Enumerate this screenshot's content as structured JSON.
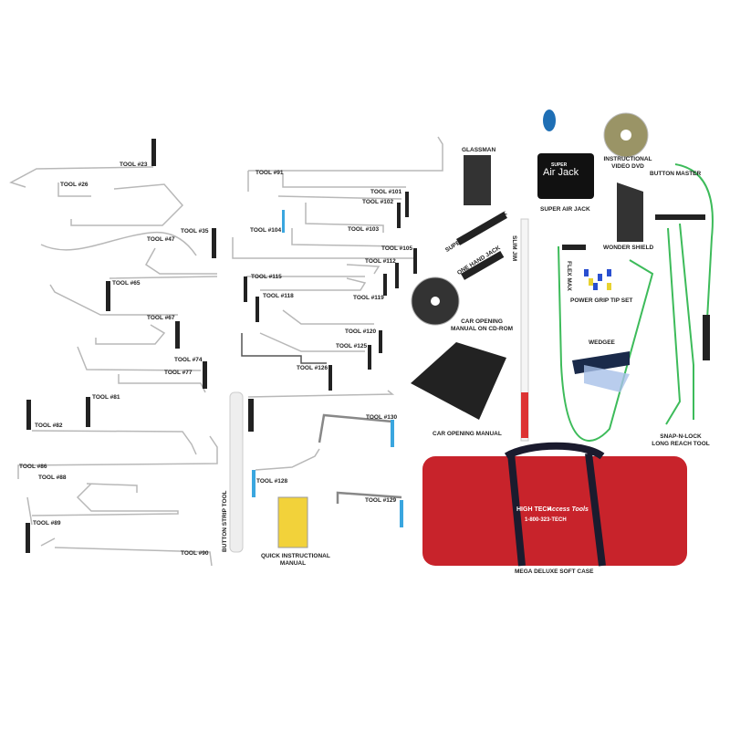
{
  "tools_left": [
    "TOOL #23",
    "TOOL #26",
    "TOOL #35",
    "TOOL #47",
    "TOOL #65",
    "TOOL #67",
    "TOOL #74",
    "TOOL #77",
    "TOOL #81",
    "TOOL #82",
    "TOOL #86",
    "TOOL #88",
    "TOOL #89",
    "TOOL #90"
  ],
  "tools_mid": [
    "TOOL #91",
    "TOOL #101",
    "TOOL #102",
    "TOOL #103",
    "TOOL #104",
    "TOOL #105",
    "TOOL #112",
    "TOOL #115",
    "TOOL #118",
    "TOOL #119",
    "TOOL #120",
    "TOOL #125",
    "TOOL #126",
    "TOOL #130",
    "TOOL #128",
    "TOOL #129"
  ],
  "items": {
    "glassman": "GLASSMAN",
    "super_air_jack": "SUPER AIR JACK",
    "dvd_line1": "INSTRUCTIONAL",
    "dvd_line2": "VIDEO DVD",
    "button_master": "BUTTON MASTER",
    "wonder_shield": "WONDER SHIELD",
    "super_one_hand_jack": "SUPER ONE HAND JACK",
    "one_hand_jack": "ONE HAND JACK",
    "slim_jim": "SLIM JIM",
    "flex_max": "FLEX MAX",
    "power_grip": "POWER GRIP TIP SET",
    "cd_line1": "CAR OPENING",
    "cd_line2": "MANUAL ON CD-ROM",
    "wedgee": "WEDGEE",
    "car_opening_manual": "CAR OPENING MANUAL",
    "snap_line1": "SNAP-N-LOCK",
    "snap_line2": "LONG REACH TOOL",
    "case": "MEGA DELUXE SOFT CASE",
    "button_strip": "BUTTON STRIP TOOL",
    "qim_line1": "QUICK INSTRUCTIONAL",
    "qim_line2": "MANUAL"
  },
  "air_jack_logo": {
    "line1": "SUPER",
    "line2": "Air Jack"
  },
  "case_logo": {
    "brand1": "HIGH TECH",
    "brand2": "Access Tools",
    "phone": "1-800-323-TECH"
  },
  "colors": {
    "case_red": "#c8232b",
    "green_tool": "#3dbb5a",
    "blue_tip": "#3aa6df",
    "handle": "#222222"
  }
}
